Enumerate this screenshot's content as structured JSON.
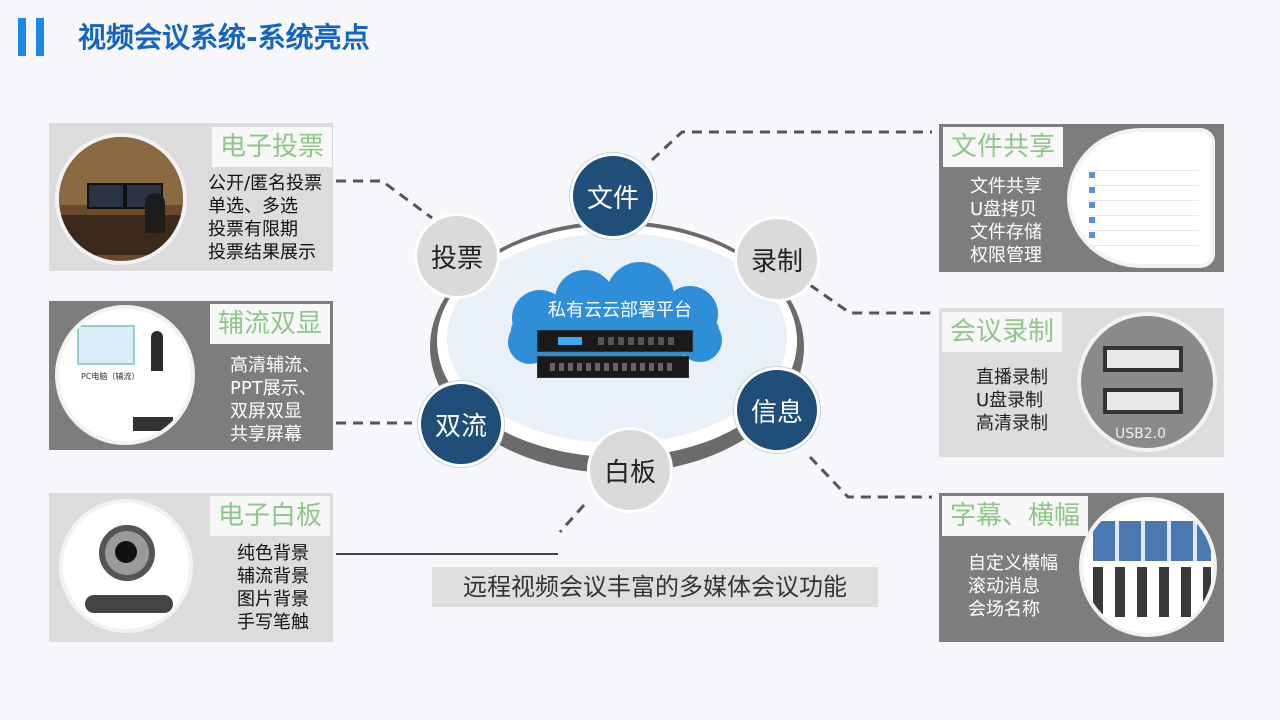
{
  "header": {
    "title": "视频会议系统-系统亮点"
  },
  "center": {
    "platform": "私有云云部署平台",
    "caption": "远程视频会议丰富的多媒体会议功能"
  },
  "nodes": {
    "file": "文件",
    "record": "录制",
    "info": "信息",
    "whiteboard": "白板",
    "dual": "双流",
    "vote": "投票"
  },
  "cards": {
    "vote": {
      "title": "电子投票",
      "lines": [
        "公开/匿名投票",
        "单选、多选",
        "投票有限期",
        "投票结果展示"
      ]
    },
    "dual": {
      "title": "辅流双显",
      "lines": [
        "高清辅流、",
        "PPT展示、",
        "双屏双显",
        "共享屏幕"
      ]
    },
    "whiteboard": {
      "title": "电子白板",
      "lines": [
        "纯色背景",
        "辅流背景",
        "图片背景",
        "手写笔触"
      ]
    },
    "file": {
      "title": "文件共享",
      "lines": [
        "文件共享",
        "U盘拷贝",
        "文件存储",
        "权限管理"
      ]
    },
    "record": {
      "title": "会议录制",
      "lines": [
        "直播录制",
        "U盘录制",
        "高清录制"
      ],
      "usb_label": "USB2.0"
    },
    "caption": {
      "title": "字幕、横幅",
      "lines": [
        "自定义横幅",
        "滚动消息",
        "会场名称"
      ]
    }
  },
  "colors": {
    "accent": "#1e88e5",
    "title": "#1565c0",
    "node_blue": "#1f4e79",
    "node_grey": "#dadada",
    "card_title_green": "#8fc78a"
  }
}
